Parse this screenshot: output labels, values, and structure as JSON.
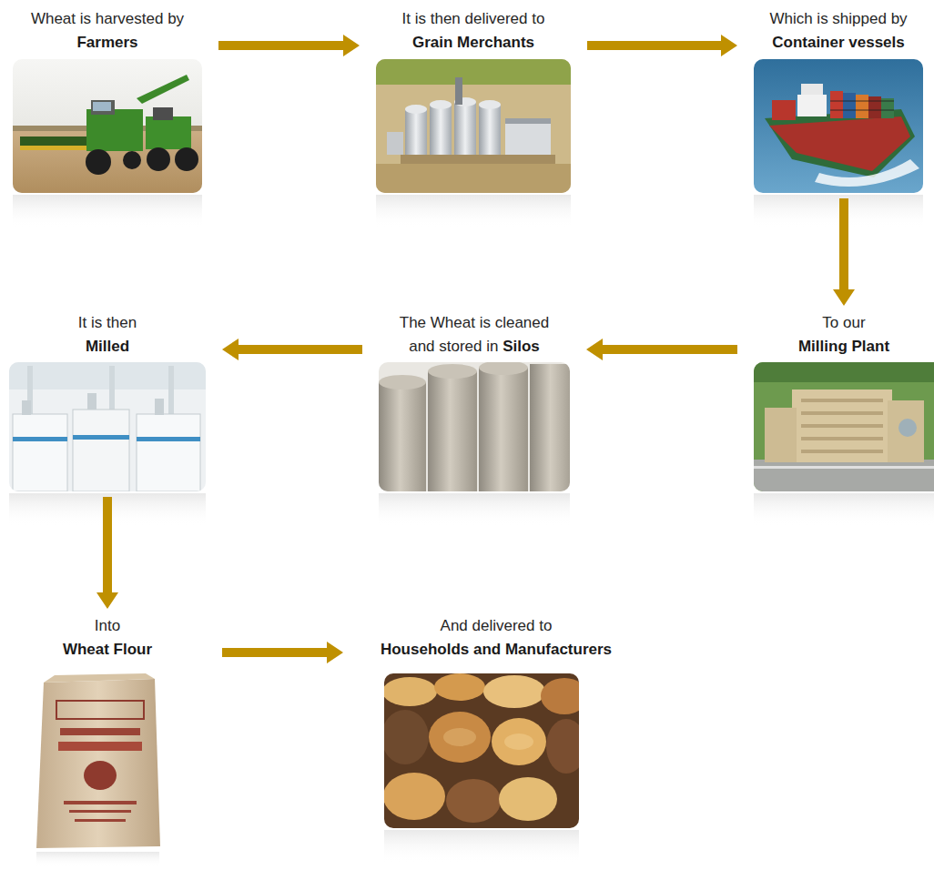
{
  "diagram": {
    "nodes": [
      {
        "text": [
          "Wheat is harvested by",
          "Farmers"
        ]
      },
      {
        "text": [
          "It is then delivered to",
          "Grain Merchants"
        ]
      },
      {
        "text": [
          "Which is shipped by",
          "Container vessels"
        ]
      },
      {
        "text": [
          "To our",
          "Milling Plant"
        ]
      },
      {
        "text": [
          "The Wheat is cleaned and stored in",
          "Silos"
        ]
      },
      {
        "text": [
          "It is then",
          "Milled"
        ]
      },
      {
        "text": [
          "Into",
          "Wheat Flour"
        ]
      },
      {
        "text": [
          "And delivered to",
          "Households and Manufacturers"
        ]
      }
    ],
    "edges": [
      {
        "from": 0,
        "to": 1,
        "arrow": "to"
      },
      {
        "from": 1,
        "to": 2,
        "arrow": "to"
      },
      {
        "from": 2,
        "to": 3,
        "arrow": "to"
      },
      {
        "from": 3,
        "to": 4,
        "arrow": "to"
      },
      {
        "from": 4,
        "to": 5,
        "arrow": "to"
      },
      {
        "from": 5,
        "to": 6,
        "arrow": "to"
      },
      {
        "from": 6,
        "to": 7,
        "arrow": "to"
      }
    ]
  }
}
